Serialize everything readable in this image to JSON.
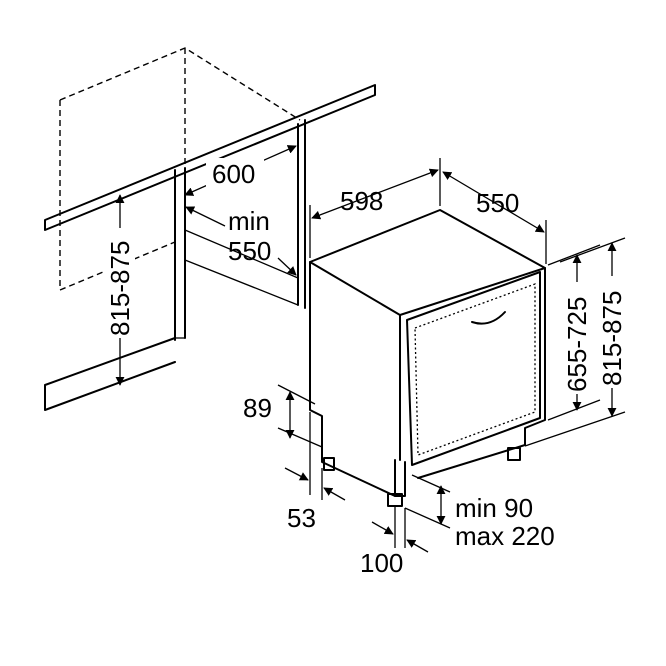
{
  "dimensions": {
    "niche_width": "600",
    "min_depth_line1": "min",
    "min_depth_line2": "550",
    "niche_height": "815-875",
    "appliance_width": "598",
    "appliance_depth": "550",
    "door_height": "655-725",
    "appliance_height": "815-875",
    "foot_height": "89",
    "foot_inset": "53",
    "plinth_min": "min 90",
    "plinth_max": "max 220",
    "plinth_depth": "100"
  },
  "colors": {
    "line": "#000000",
    "background": "#ffffff"
  }
}
